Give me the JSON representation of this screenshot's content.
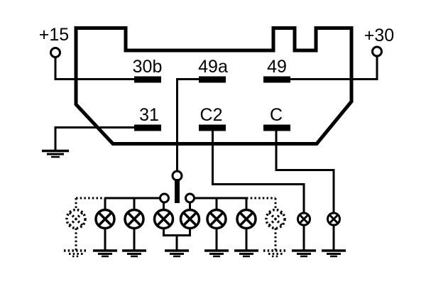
{
  "colors": {
    "line": "#000000",
    "background": "#ffffff"
  },
  "supply": {
    "left": "+15",
    "right": "+30"
  },
  "terminals": {
    "top": [
      "30b",
      "49a",
      "49"
    ],
    "bottom": [
      "31",
      "C2",
      "C"
    ]
  },
  "loads": {
    "main_lamps": 6,
    "optional_dotted_lamps": 2,
    "pilot_lamps": 2,
    "ground_symbols": 10
  }
}
